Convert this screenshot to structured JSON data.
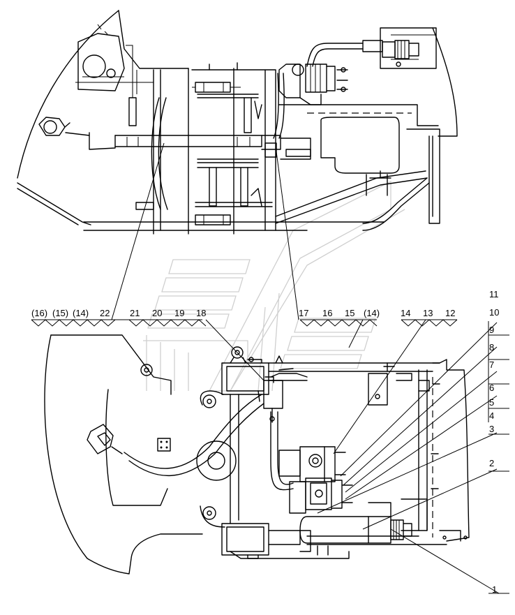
{
  "callouts_top": [
    {
      "id": "c16a",
      "text": "(16)"
    },
    {
      "id": "c15a",
      "text": "(15)"
    },
    {
      "id": "c14a",
      "text": "(14)"
    },
    {
      "id": "c22",
      "text": "22"
    },
    {
      "id": "c21",
      "text": "21"
    },
    {
      "id": "c20",
      "text": "20"
    },
    {
      "id": "c19",
      "text": "19"
    },
    {
      "id": "c18",
      "text": "18"
    },
    {
      "id": "c17",
      "text": "17"
    },
    {
      "id": "c16",
      "text": "16"
    },
    {
      "id": "c15",
      "text": "15"
    },
    {
      "id": "c14b",
      "text": "(14)"
    },
    {
      "id": "c14",
      "text": "14"
    },
    {
      "id": "c13",
      "text": "13"
    },
    {
      "id": "c12",
      "text": "12"
    }
  ],
  "callouts_right": [
    {
      "id": "c11",
      "text": "11"
    },
    {
      "id": "c10",
      "text": "10"
    },
    {
      "id": "c9",
      "text": "9"
    },
    {
      "id": "c8",
      "text": "8"
    },
    {
      "id": "c7",
      "text": "7"
    },
    {
      "id": "c6",
      "text": "6"
    },
    {
      "id": "c5",
      "text": "5"
    },
    {
      "id": "c4",
      "text": "4"
    },
    {
      "id": "c3",
      "text": "3"
    },
    {
      "id": "c2",
      "text": "2"
    },
    {
      "id": "c1",
      "text": "1"
    }
  ]
}
